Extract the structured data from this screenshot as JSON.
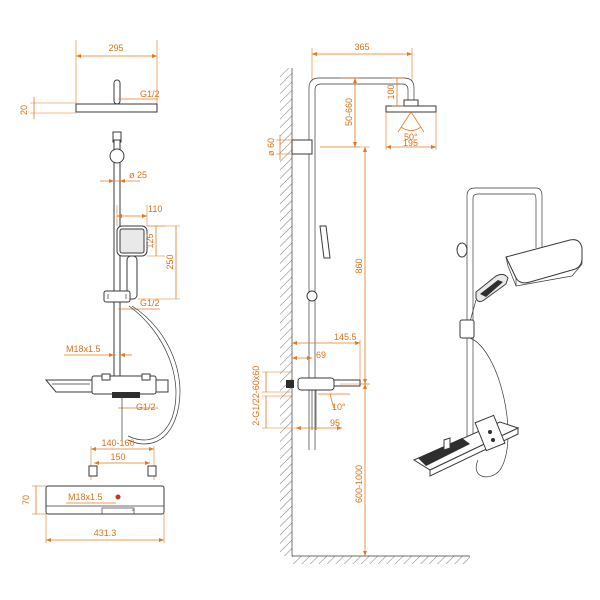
{
  "colors": {
    "dimension": "#e07a1f",
    "outline": "#3a3a3a",
    "panel_dark": "#2e2e2e"
  },
  "front_view": {
    "d_head_width": "295",
    "d_head_height": "20",
    "d_head_thread": "G1/2",
    "d_pipe_diameter": "ø 25",
    "d_hand_width": "110",
    "d_hand_head": "125",
    "d_hand_length": "250",
    "d_slider_thread": "G1/2",
    "d_hose_thread": "M18x1.5",
    "d_valve_thread": "G1/2",
    "d_centers_range": "140-160",
    "d_centers": "150",
    "d_body_thread": "M18x1.5",
    "d_body_height": "70",
    "d_body_width": "431.3"
  },
  "side_view": {
    "d_arm": "365",
    "d_head_drop": "100",
    "d_arm_drop": "50-660",
    "d_angle": "50°",
    "d_head_depth": "195",
    "d_bracket": "ø 60",
    "d_column": "860",
    "d_projection": "145.5",
    "d_valve_offset": "69",
    "d_inlet_size": "2-60x60",
    "d_inlet_thread": "2-G1/2",
    "d_tilt": "10°",
    "d_spout": "95",
    "d_mount_height": "600-1000"
  }
}
